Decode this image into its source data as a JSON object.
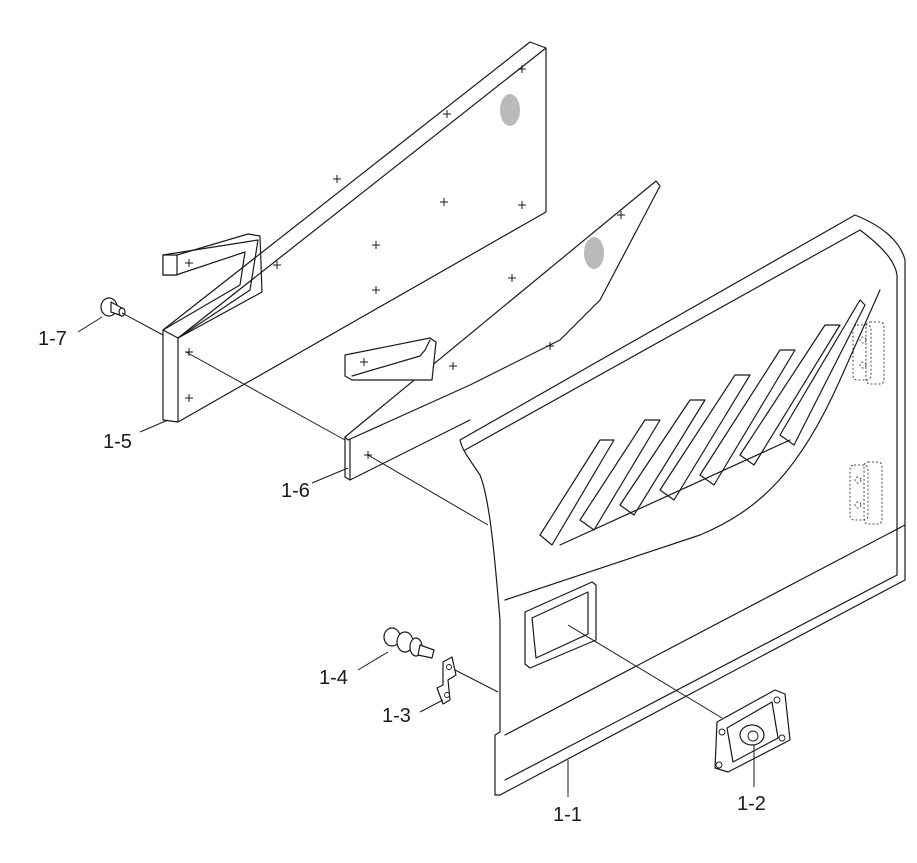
{
  "labels": {
    "p1_1": "1-1",
    "p1_2": "1-2",
    "p1_3": "1-3",
    "p1_4": "1-4",
    "p1_5": "1-5",
    "p1_6": "1-6",
    "p1_7": "1-7"
  },
  "colors": {
    "line": "#1a1a1a",
    "background": "#ffffff"
  }
}
